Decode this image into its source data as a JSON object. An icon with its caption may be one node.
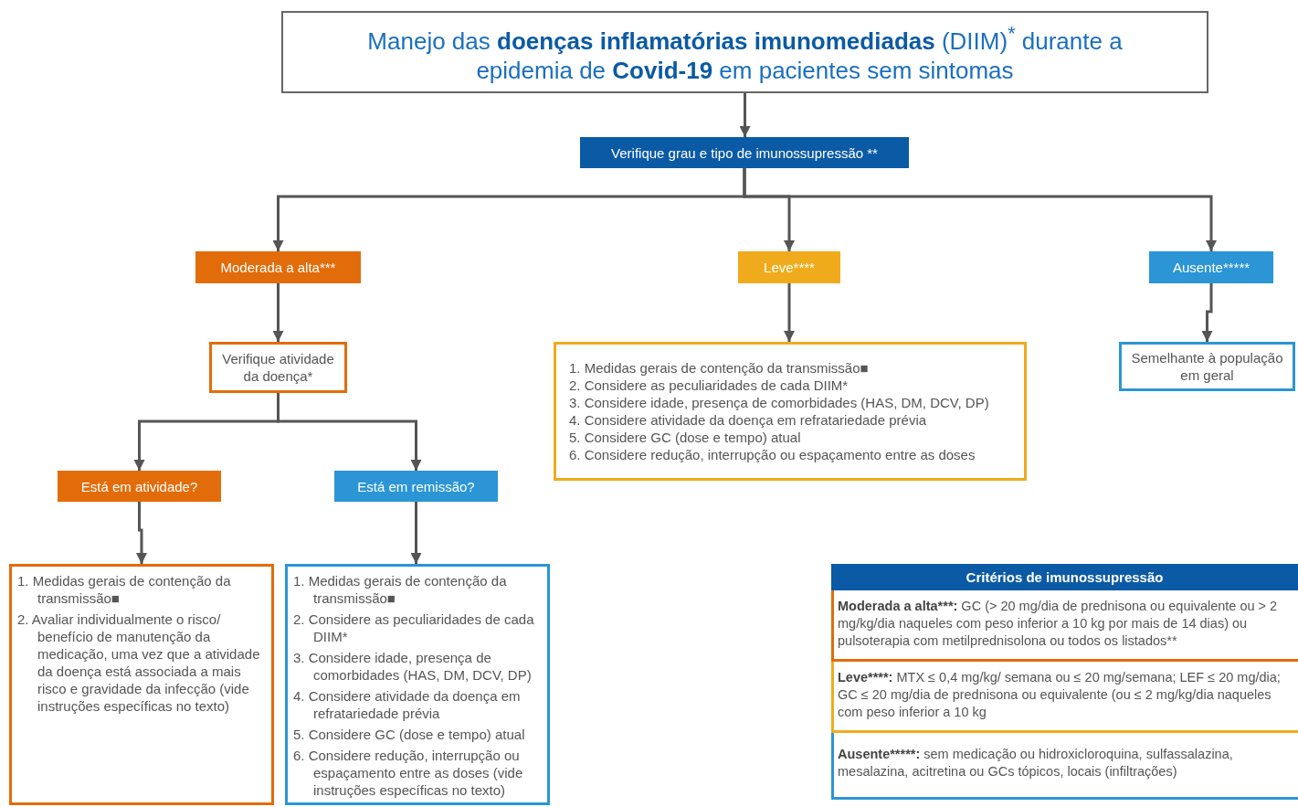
{
  "diagram": {
    "nodes": [
      {
        "text": [
          "Manejo das **doenças inflamatórias imunomediadas** (DIIM)$^{*}$ durante a epidemia de **Covid-19** em pacientes sem sintomas"
        ]
      },
      {
        "text": [
          "Verifique grau e tipo de imunossupressão **"
        ]
      },
      {
        "text": [
          "Moderada a alta***"
        ]
      },
      {
        "text": [
          "Leve****"
        ]
      },
      {
        "text": [
          "Ausente*****"
        ]
      },
      {
        "text": [
          "Verifique atividade da doença*"
        ]
      },
      {
        "text": [
          "1. Medidas gerais de contenção da transmissão■",
          "2. Considere as peculiaridades de cada DIIM*",
          "3. Considere idade, presença de comorbidades (HAS, DM, DCV, DP)",
          "4. Considere atividade da doença em refratariedade prévia",
          "5. Considere GC (dose e tempo) atual",
          "6. Considere redução, interrupção ou espaçamento entre as doses"
        ]
      },
      {
        "text": [
          "Semelhante à população em geral"
        ]
      },
      {
        "text": [
          "Está em atividade?"
        ]
      },
      {
        "text": [
          "Está em remissão?"
        ]
      },
      {
        "text": [
          "1. Medidas gerais de contenção da transmissão■",
          "2. Avaliar individualmente o risco/ benefício de manutenção da medicação, uma vez que a atividade da doença está associada a mais risco e gravidade da infecção (vide instruções específicas no texto)"
        ]
      },
      {
        "text": [
          "1. Medidas gerais de contenção da transmissão■",
          "2. Considere as peculiaridades de cada DIIM*",
          "3. Considere idade, presença de comorbidades (HAS, DM, DCV, DP)",
          "4. Considere atividade da doença em refratariedade prévia",
          "5. Considere GC (dose e tempo) atual",
          "6. Considere redução, interrupção ou espaçamento entre as doses (vide instruções específicas no texto)"
        ]
      },
      {
        "text": [
          "Critérios de imunossupressão",
          "Moderada a alta***:",
          "GC (> 20 mg/dia de prednisona ou equivalente ou > 2 mg/kg/dia naqueles com peso inferior a 10 kg por mais de 14 dias) ou pulsoterapia com metilprednisolona ou todos os listados**",
          "Leve****:",
          "MTX ≤ 0,4 mg/kg/ semana ou ≤ 20 mg/semana; LEF ≤ 20 mg/dia; GC ≤ 20 mg/dia de prednisona ou equivalente (ou ≤ 2 mg/kg/dia naqueles com peso inferior a 10 kg",
          "Ausente*****:",
          "sem medicação ou hidroxicloroquina, sulfassalazina, mesalazina, acitretina ou GCs tópicos, locais (infiltrações)"
        ]
      }
    ],
    "edges": [
      {
        "from": 0,
        "to": 1,
        "arrow": "to"
      },
      {
        "from": 1,
        "to": 2,
        "arrow": "to"
      },
      {
        "from": 1,
        "to": 3,
        "arrow": "to"
      },
      {
        "from": 1,
        "to": 4,
        "arrow": "to"
      },
      {
        "from": 2,
        "to": 5,
        "arrow": "to"
      },
      {
        "from": 3,
        "to": 6,
        "arrow": "to"
      },
      {
        "from": 4,
        "to": 7,
        "arrow": "to"
      },
      {
        "from": 5,
        "to": 8,
        "arrow": "to"
      },
      {
        "from": 5,
        "to": 9,
        "arrow": "to"
      },
      {
        "from": 8,
        "to": 10,
        "arrow": "to"
      },
      {
        "from": 9,
        "to": 11,
        "arrow": "to"
      }
    ]
  }
}
